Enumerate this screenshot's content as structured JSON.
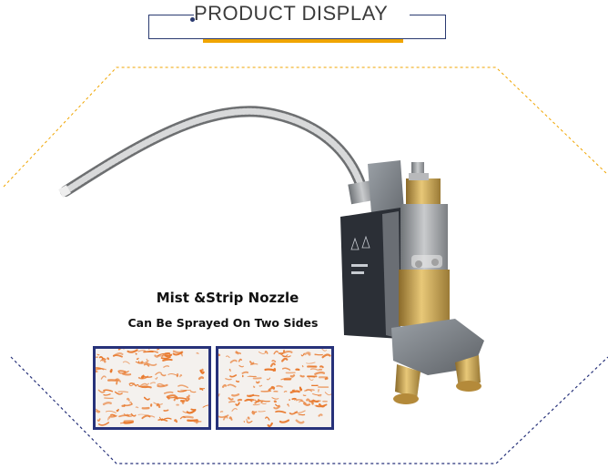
{
  "header": {
    "title": "PRODUCT DISPLAY",
    "accent_color": "#f0a500",
    "line_color": "#2a3a70"
  },
  "frame": {
    "top_color": "#f0a500",
    "bottom_color": "#27327a"
  },
  "caption": {
    "title": "Mist &Strip Nozzle",
    "subtitle": "Can Be Sprayed On Two Sides"
  },
  "images": {
    "product": "spray-nozzle-with-flexible-hose",
    "patterns": [
      "spray-pattern-left",
      "spray-pattern-right"
    ],
    "pattern_color": "#e8772a"
  }
}
